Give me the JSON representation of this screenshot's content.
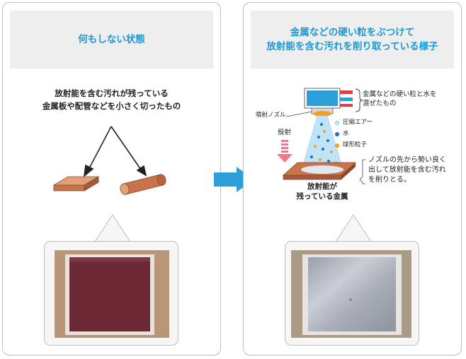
{
  "left_panel": {
    "title": "何もしない状態",
    "description": "放射能を含む汚れが残っている\n金属板や配管などを小さく切ったもの"
  },
  "right_panel": {
    "title": "金属などの硬い粒をぶつけて\n放射能を含む汚れを削り取っている様子",
    "nozzle_mix_label": "金属などの硬い粒と水を\n混ぜたもの",
    "nozzle_label": "噴射ノズル",
    "legend": [
      {
        "label": "圧縮エアー",
        "color": "#bfe4f7"
      },
      {
        "label": "水",
        "color": "#1e6fc0"
      },
      {
        "label": "球形粒子",
        "color": "#f0a020"
      }
    ],
    "projection_label": "投射",
    "process_text": "ノズルの先から勢い良く\n出して放射能を含む汚れ\nを削りとる。",
    "plate_label": "放射能が\n残っている金属"
  },
  "colors": {
    "accent_blue": "#1a9ad6",
    "header_bg": "#eeeeee",
    "copper": "#c8734a",
    "arrow_blue": "#2b9fd8"
  }
}
